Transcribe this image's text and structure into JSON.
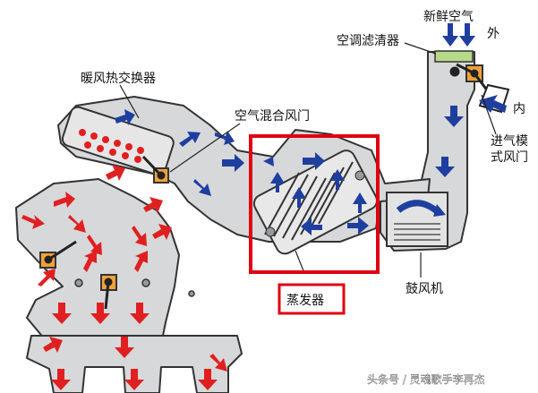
{
  "labels": {
    "fresh_air": "新鲜空气",
    "outside": "外",
    "cabin_filter": "空调滤清器",
    "inside": "内",
    "intake_door": "进气模\n式风门",
    "heater_core": "暖风热交换器",
    "blend_door": "空气混合风门",
    "evaporator": "蒸发器",
    "blower": "鼓风机"
  },
  "watermark": "头条号 / 灵魂歌手李再杰",
  "colors": {
    "duct_fill": "#d7d8da",
    "duct_stroke": "#333333",
    "cold_arrow": "#1f3fa0",
    "hot_arrow": "#e02020",
    "highlight_box": "#e0000f",
    "damper": "#f0a23a",
    "filter": "#b7d98a"
  }
}
